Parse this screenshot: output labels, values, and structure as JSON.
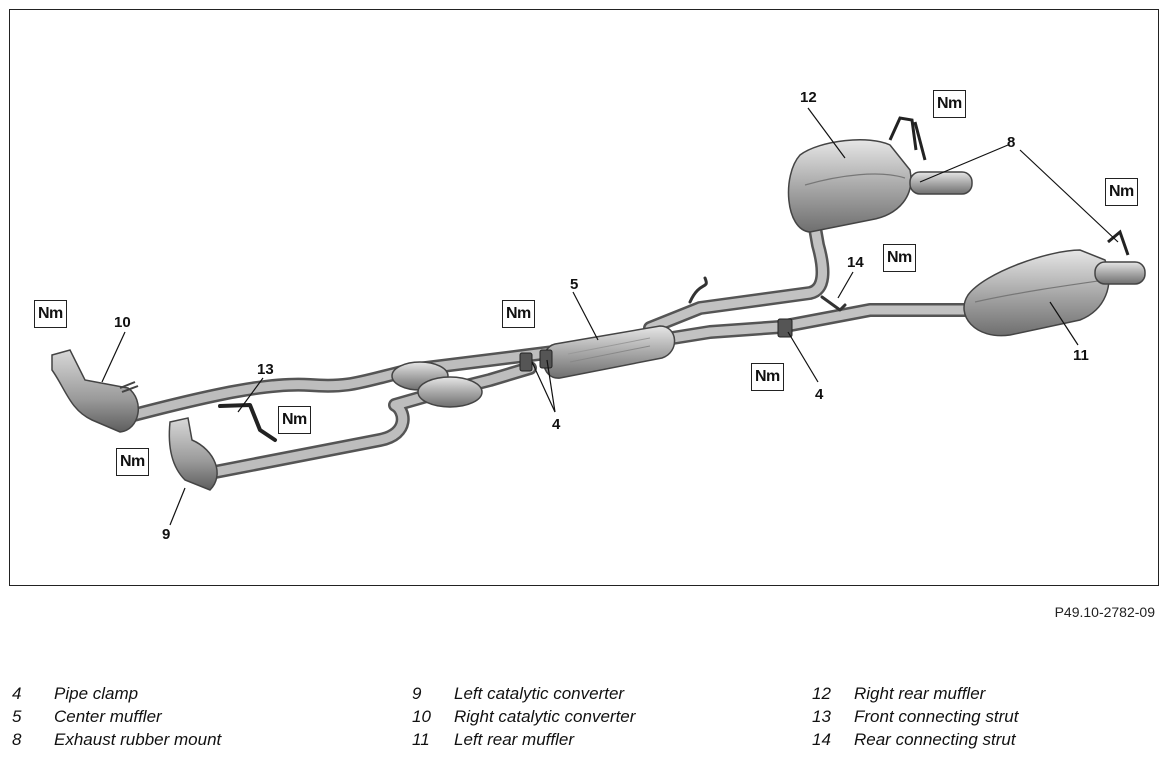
{
  "figure": {
    "reference": "P49.10-2782-09",
    "torque_label": "Nm",
    "callouts": {
      "c4a": "4",
      "c4b": "4",
      "c5": "5",
      "c8": "8",
      "c9": "9",
      "c10": "10",
      "c11": "11",
      "c12": "12",
      "c13": "13",
      "c14": "14"
    }
  },
  "legend": {
    "col1": [
      {
        "num": "4",
        "label": "Pipe clamp"
      },
      {
        "num": "5",
        "label": "Center muffler"
      },
      {
        "num": "8",
        "label": "Exhaust rubber mount"
      }
    ],
    "col2": [
      {
        "num": "9",
        "label": "Left catalytic converter"
      },
      {
        "num": "10",
        "label": "Right catalytic converter"
      },
      {
        "num": "11",
        "label": "Left rear muffler"
      }
    ],
    "col3": [
      {
        "num": "12",
        "label": "Right rear muffler"
      },
      {
        "num": "13",
        "label": "Front connecting strut"
      },
      {
        "num": "14",
        "label": "Rear connecting strut"
      }
    ]
  }
}
